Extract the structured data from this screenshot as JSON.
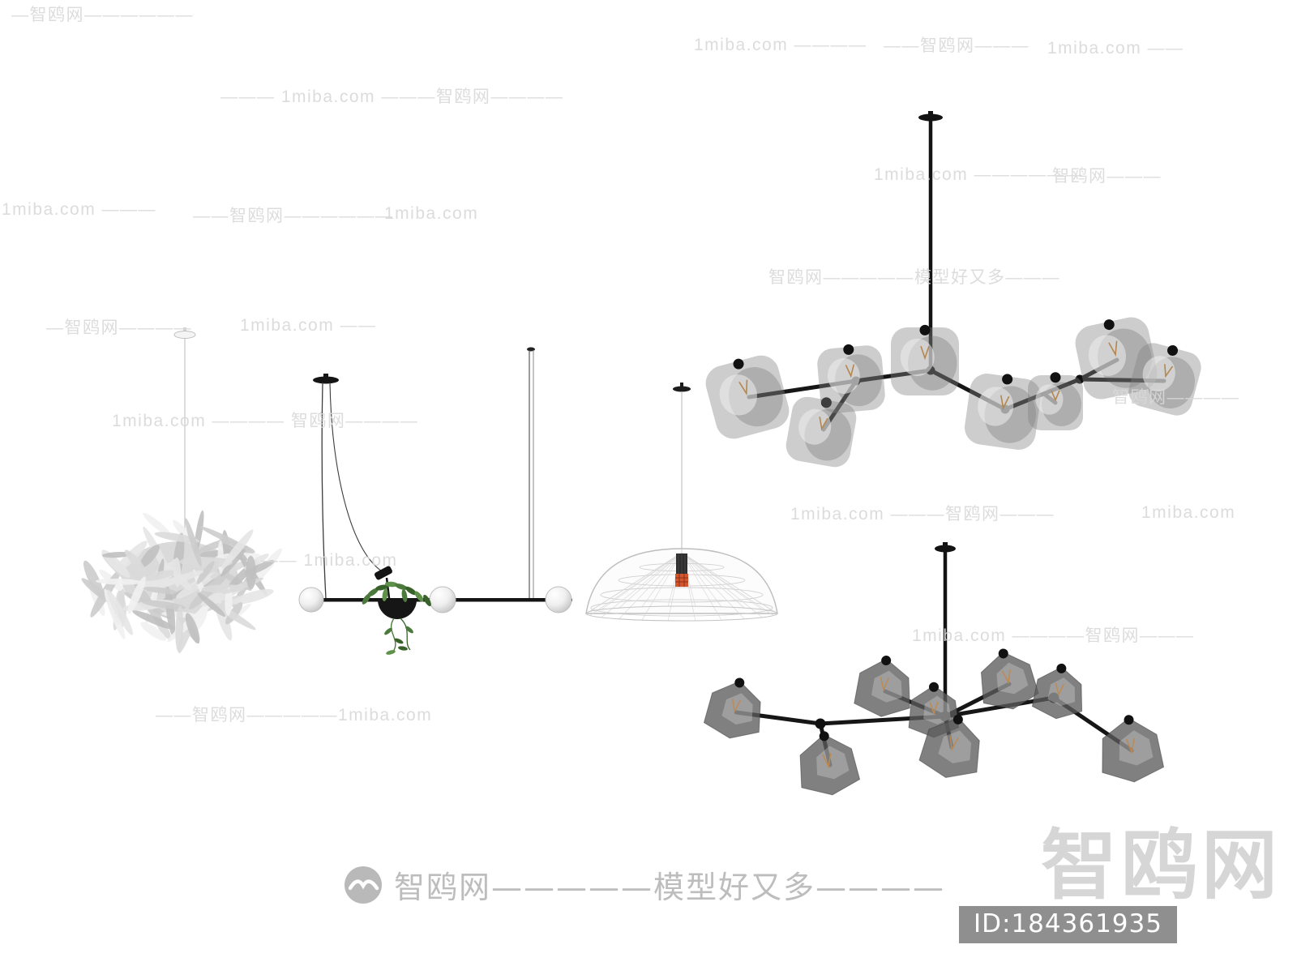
{
  "watermarks": [
    "—智鸥网——————",
    "1miba.com ————",
    "——智鸥网———",
    "1miba.com ——",
    "——— 1miba.com ———智鸥网————",
    "1miba.com ——————",
    "智鸥网———",
    "1miba.com ———",
    "——智鸥网——————",
    "1miba.com",
    "智鸥网—————模型好又多———",
    "—智鸥网————",
    "1miba.com ——",
    "1miba.com ———— 智鸥网————",
    "智鸥网————",
    "1miba.com ———智鸥网———",
    "1miba.com",
    "—— 1miba.com",
    "1miba.com ————智鸥网———",
    "——智鸥网—————1miba.com"
  ],
  "footer": {
    "brand_line": "智鸥网—————模型好又多————"
  },
  "corner": {
    "brand": "智鸥网",
    "model_id": "ID:184361935"
  },
  "colors": {
    "watermark_grey": "#d9d9d9",
    "footer_grey": "#bdbdbd",
    "corner_brand_grey": "#d6d6d6",
    "id_background": "#8f8f8f",
    "id_text": "#ffffff",
    "accent_orange": "#d4562e",
    "metal_black": "#141414"
  }
}
